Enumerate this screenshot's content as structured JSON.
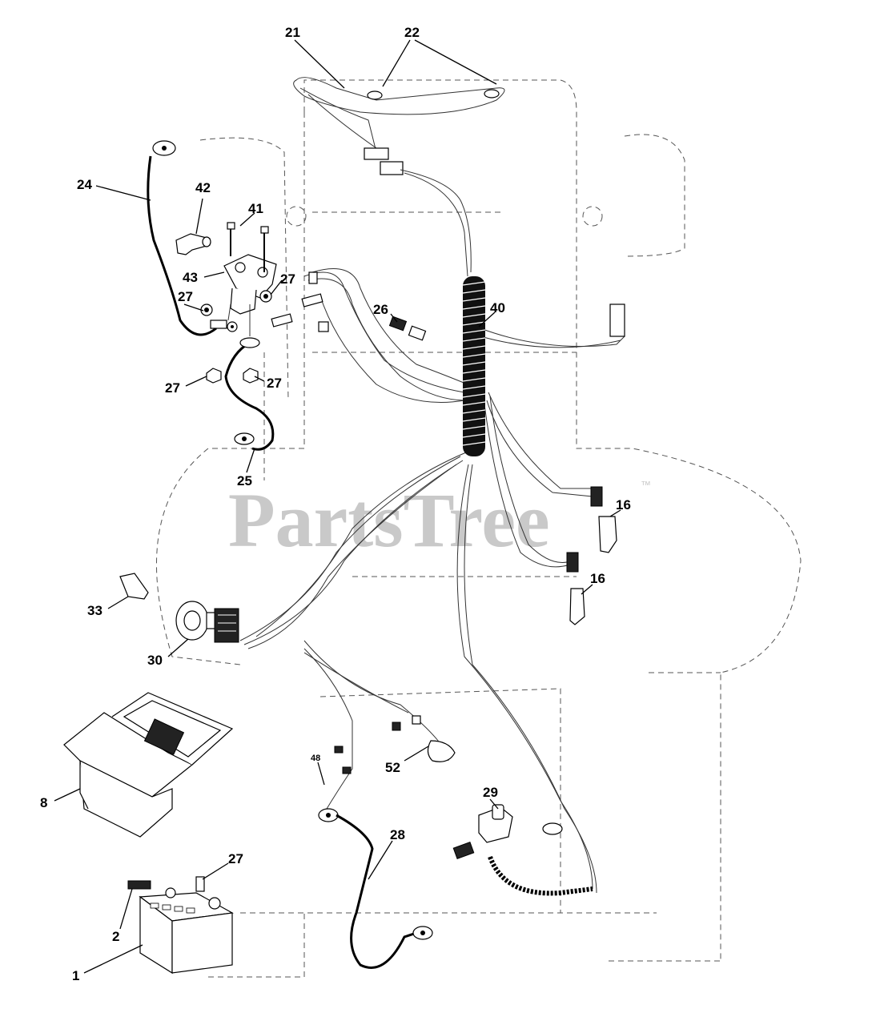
{
  "watermark": {
    "text": "PartsTree",
    "trademark": "™"
  },
  "callouts": [
    {
      "id": "c21",
      "label": "21"
    },
    {
      "id": "c22",
      "label": "22"
    },
    {
      "id": "c24",
      "label": "24"
    },
    {
      "id": "c42",
      "label": "42"
    },
    {
      "id": "c41",
      "label": "41"
    },
    {
      "id": "c43",
      "label": "43"
    },
    {
      "id": "c27a",
      "label": "27"
    },
    {
      "id": "c27b",
      "label": "27"
    },
    {
      "id": "c27c",
      "label": "27"
    },
    {
      "id": "c27d",
      "label": "27"
    },
    {
      "id": "c26",
      "label": "26"
    },
    {
      "id": "c40",
      "label": "40"
    },
    {
      "id": "c25",
      "label": "25"
    },
    {
      "id": "c16a",
      "label": "16"
    },
    {
      "id": "c16b",
      "label": "16"
    },
    {
      "id": "c33",
      "label": "33"
    },
    {
      "id": "c30",
      "label": "30"
    },
    {
      "id": "c8",
      "label": "8"
    },
    {
      "id": "c48",
      "label": "48"
    },
    {
      "id": "c52",
      "label": "52"
    },
    {
      "id": "c29",
      "label": "29"
    },
    {
      "id": "c28",
      "label": "28"
    },
    {
      "id": "c27e",
      "label": "27"
    },
    {
      "id": "c2",
      "label": "2"
    },
    {
      "id": "c1",
      "label": "1"
    }
  ]
}
